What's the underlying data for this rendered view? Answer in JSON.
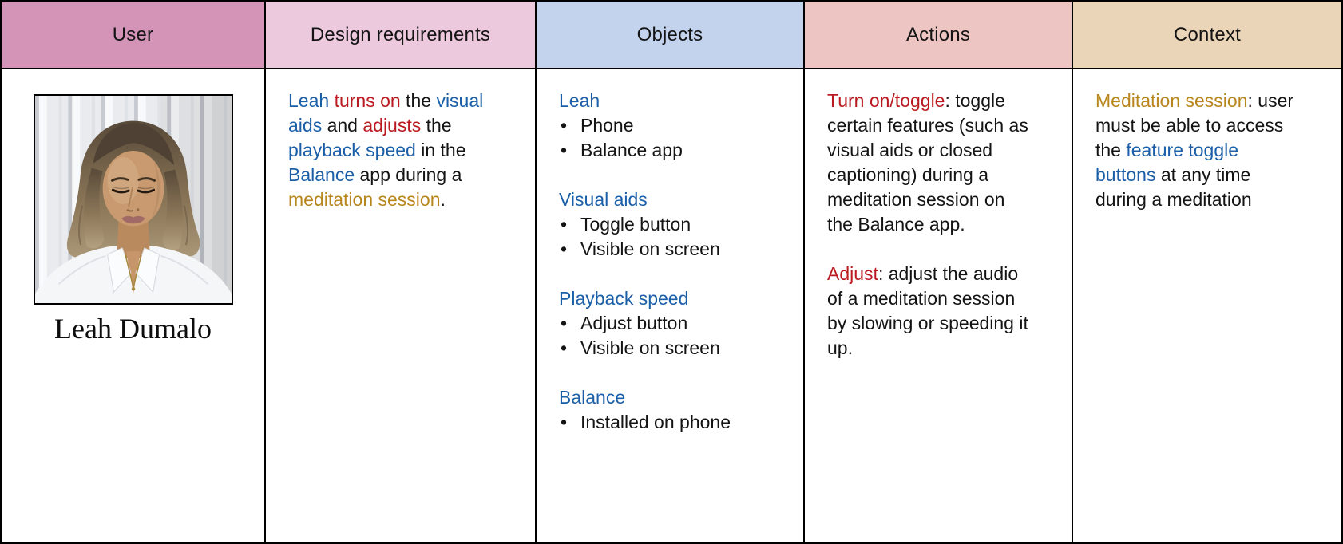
{
  "colors": {
    "blue": "#1b5fa8",
    "red": "#bb1b20",
    "gold": "#b8861d",
    "text": "#141414",
    "border": "#000000",
    "header_user_bg": "#d494b8",
    "header_design_bg": "#ecc9dd",
    "header_objects_bg": "#c3d3ee",
    "header_actions_bg": "#edc6c4",
    "header_context_bg": "#ebd5b8"
  },
  "table": {
    "columns": [
      {
        "label": "User",
        "header_bg": "#d494b8"
      },
      {
        "label": "Design requirements",
        "header_bg": "#ecc9dd"
      },
      {
        "label": "Objects",
        "header_bg": "#c3d3ee"
      },
      {
        "label": "Actions",
        "header_bg": "#edc6c4"
      },
      {
        "label": "Context",
        "header_bg": "#ebd5b8"
      }
    ]
  },
  "user": {
    "name": "Leah Dumalo"
  },
  "design_requirements": {
    "runs": [
      {
        "text": "Leah ",
        "color": "blue"
      },
      {
        "text": "turns on",
        "color": "red"
      },
      {
        "text": " the ",
        "color": null
      },
      {
        "text": "visual\naids",
        "color": "blue"
      },
      {
        "text": " and ",
        "color": null
      },
      {
        "text": "adjusts",
        "color": "red"
      },
      {
        "text": " the\n",
        "color": null
      },
      {
        "text": "playback speed",
        "color": "blue"
      },
      {
        "text": " in the\n",
        "color": null
      },
      {
        "text": "Balance",
        "color": "blue"
      },
      {
        "text": " app during a\n",
        "color": null
      },
      {
        "text": "meditation session",
        "color": "gold"
      },
      {
        "text": ".",
        "color": null
      }
    ]
  },
  "objects": {
    "bullet": "•",
    "groups": [
      {
        "heading": "Leah",
        "items": [
          "Phone",
          "Balance app"
        ]
      },
      {
        "heading": "Visual aids",
        "items": [
          "Toggle button",
          "Visible on screen"
        ]
      },
      {
        "heading": "Playback speed",
        "items": [
          "Adjust button",
          "Visible on screen"
        ]
      },
      {
        "heading": "Balance",
        "items": [
          "Installed on phone"
        ]
      }
    ]
  },
  "actions": {
    "paragraphs": [
      {
        "runs": [
          {
            "text": "Turn on/toggle",
            "color": "red"
          },
          {
            "text": ": toggle\ncertain features (such as\nvisual aids or closed\ncaptioning) during a\nmeditation session on\nthe Balance app.",
            "color": null
          }
        ]
      },
      {
        "runs": [
          {
            "text": "Adjust",
            "color": "red"
          },
          {
            "text": ": adjust the audio\nof a meditation session\nby slowing or speeding it\nup.",
            "color": null
          }
        ]
      }
    ]
  },
  "context": {
    "runs": [
      {
        "text": "Meditation session",
        "color": "gold"
      },
      {
        "text": ": user\nmust be able to access\nthe ",
        "color": null
      },
      {
        "text": "feature toggle\nbuttons",
        "color": "blue"
      },
      {
        "text": " at any time\nduring a meditation",
        "color": null
      }
    ]
  }
}
